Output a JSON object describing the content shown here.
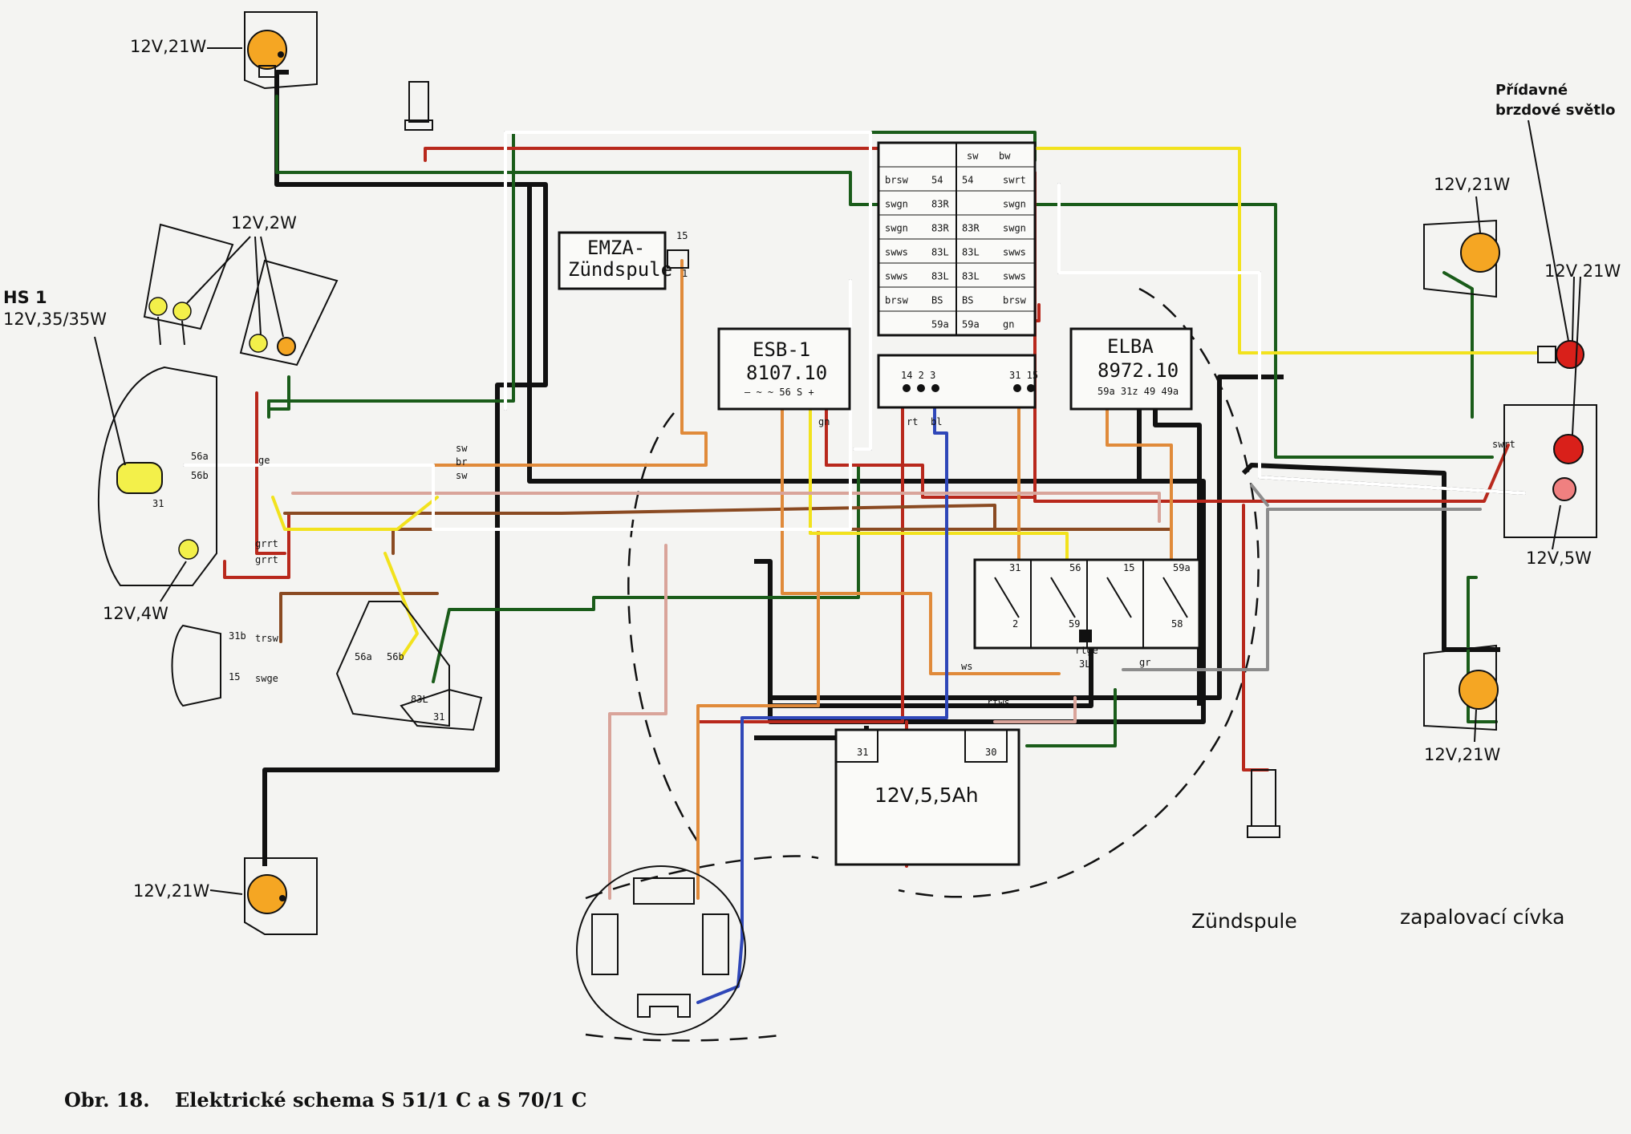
{
  "caption": {
    "figure": "Obr. 18.",
    "title": "Elektrické schema S 51/1 C a S 70/1 C"
  },
  "bulb_labels": {
    "front_left_top": "12V,21W",
    "front_left_bottom": "12V,21W",
    "instrument": "12V,2W",
    "headlamp_name": "HS 1",
    "headlamp_rating": "12V,35/35W",
    "parking": "12V,4W",
    "rear_right_top": "12V,21W",
    "rear_right_bottom": "12V,21W",
    "brake_extra": "12V 21W",
    "tail": "12V,5W"
  },
  "notes": {
    "extra_brake_line1": "Přídavné",
    "extra_brake_line2": "brzdové světlo",
    "zundspule": "Zündspule",
    "ignition_coil": "zapalovací cívka"
  },
  "components": {
    "emza_line1": "EMZA-",
    "emza_line2": "Zündspule",
    "esb_name": "ESB-1",
    "esb_code": "8107.10",
    "esb_pins": "— ~ ~ 56 S +",
    "elba_name": "ELBA",
    "elba_code": "8972.10",
    "elba_pins": "59a 31z 49 49a",
    "relay_pins_left": "14 2 3",
    "relay_pins_right": "31 15",
    "battery": "12V,5,5Ah",
    "battery_pin_neg": "31",
    "battery_pin_pos": "30"
  },
  "pin_labels": {
    "headlamp_56a": "56a",
    "headlamp_56b": "56b",
    "headlamp_31": "31",
    "horn_31b": "31b",
    "horn_15": "15",
    "emza_15": "15",
    "emza_1": "1",
    "switch_56a": "56a",
    "switch_56b": "56b",
    "switch_83l": "83L",
    "switch_31": "31",
    "fuse_31": "31",
    "fuse_56": "56",
    "fuse_15": "15",
    "fuse_59a": "59a",
    "fuse_2": "2",
    "fuse_59": "59",
    "fuse_58": "58",
    "fuse_3l": "3L"
  },
  "connector_rows": [
    [
      "sw",
      "bw"
    ],
    [
      "brsw",
      "54",
      "54",
      "swrt"
    ],
    [
      "swgn",
      "83R",
      "",
      "swgn"
    ],
    [
      "swgn",
      "83R",
      "83R",
      "swgn"
    ],
    [
      "swws",
      "83L",
      "83L",
      "swws"
    ],
    [
      "swws",
      "83L",
      "83L",
      "swws"
    ],
    [
      "brsw",
      "BS",
      "BS",
      "brsw"
    ],
    [
      "",
      "59a",
      "59a",
      "gn"
    ]
  ],
  "wire_tags": {
    "sw": "sw",
    "br": "br",
    "ge": "ge",
    "grrt": "grrt",
    "trsw": "trsw",
    "swge": "swge",
    "rtws": "rtws",
    "rtge": "rtge",
    "bl": "bl",
    "rt": "rt",
    "gn": "gn",
    "swrt": "swrt",
    "ws": "ws",
    "gr": "gr"
  },
  "colors": {
    "black": "#111111",
    "green": "#1a5c1a",
    "red": "#b8281c",
    "brown": "#8a4a22",
    "orange": "#e08a3a",
    "yellow": "#f2e21d",
    "blue": "#2f47b8",
    "pink": "#d9a49a",
    "gray": "#8c8c8c",
    "white_wire": "#ffffff",
    "olive": "#6b5a1e",
    "bulb_orange": "#f5a623",
    "bulb_yellow": "#f3f04a",
    "bulb_red": "#d9201a"
  }
}
